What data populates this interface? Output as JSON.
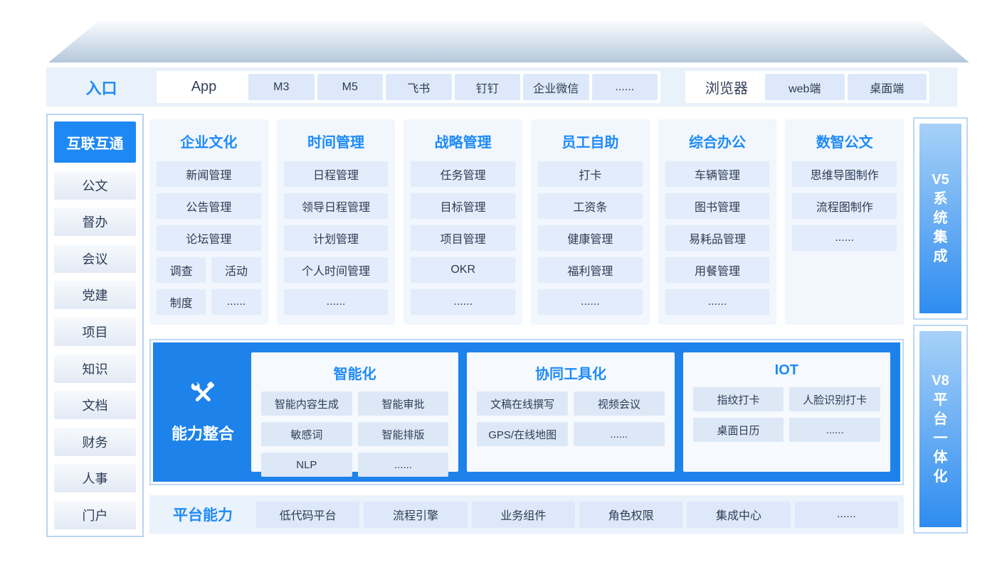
{
  "colors": {
    "accent_blue": "#1e8bf7",
    "panel_blue": "#1d82ea",
    "active_item_blue": "#1e88f5",
    "chip_bg": "#e2ecfa",
    "entry_bar_bg": "#e9f1fb",
    "module_bg": "#f2f6fd",
    "vbar_gradient_top": "#a7d1f8",
    "vbar_gradient_bottom": "#2e8cf0"
  },
  "header": {
    "label": "入口",
    "app_group": {
      "label": "App",
      "items": [
        "M3",
        "M5",
        "飞书",
        "钉钉",
        "企业微信",
        "......"
      ]
    },
    "browser_group": {
      "label": "浏览器",
      "items": [
        "web端",
        "桌面端"
      ]
    }
  },
  "sidebar": {
    "active": "互联互通",
    "items": [
      "公文",
      "督办",
      "会议",
      "党建",
      "项目",
      "知识",
      "文档",
      "财务",
      "人事",
      "门户"
    ]
  },
  "modules": [
    {
      "title": "企业文化",
      "rows": [
        [
          "新闻管理"
        ],
        [
          "公告管理"
        ],
        [
          "论坛管理"
        ],
        [
          "调查",
          "活动"
        ],
        [
          "制度",
          "......"
        ]
      ]
    },
    {
      "title": "时间管理",
      "rows": [
        [
          "日程管理"
        ],
        [
          "领导日程管理"
        ],
        [
          "计划管理"
        ],
        [
          "个人时间管理"
        ],
        [
          "......"
        ]
      ]
    },
    {
      "title": "战略管理",
      "rows": [
        [
          "任务管理"
        ],
        [
          "目标管理"
        ],
        [
          "项目管理"
        ],
        [
          "OKR"
        ],
        [
          "......"
        ]
      ]
    },
    {
      "title": "员工自助",
      "rows": [
        [
          "打卡"
        ],
        [
          "工资条"
        ],
        [
          "健康管理"
        ],
        [
          "福利管理"
        ],
        [
          "......"
        ]
      ]
    },
    {
      "title": "综合办公",
      "rows": [
        [
          "车辆管理"
        ],
        [
          "图书管理"
        ],
        [
          "易耗品管理"
        ],
        [
          "用餐管理"
        ],
        [
          "......"
        ]
      ]
    },
    {
      "title": "数智公文",
      "rows": [
        [
          "思维导图制作"
        ],
        [
          "流程图制作"
        ],
        [
          "......"
        ]
      ]
    }
  ],
  "capability": {
    "label": "能力整合",
    "icon": "tools-icon",
    "groups": [
      {
        "title": "智能化",
        "rows": [
          [
            "智能内容生成",
            "智能审批"
          ],
          [
            "敏感词",
            "智能排版"
          ],
          [
            "NLP",
            "......"
          ]
        ]
      },
      {
        "title": "协同工具化",
        "rows": [
          [
            "文稿在线撰写",
            "视频会议"
          ],
          [
            "GPS/在线地图",
            "......"
          ]
        ]
      },
      {
        "title": "IOT",
        "rows": [
          [
            "指纹打卡",
            "人脸识别打卡"
          ],
          [
            "桌面日历",
            "......"
          ]
        ]
      }
    ]
  },
  "platform": {
    "label": "平台能力",
    "items": [
      "低代码平台",
      "流程引擎",
      "业务组件",
      "角色权限",
      "集成中心",
      "......"
    ]
  },
  "side_bars": [
    {
      "label": "V5系统集成",
      "chars": [
        "V5",
        "系",
        "统",
        "集",
        "成"
      ]
    },
    {
      "label": "V8平台一体化",
      "chars": [
        "V8",
        "平",
        "台",
        "一",
        "体",
        "化"
      ]
    }
  ]
}
